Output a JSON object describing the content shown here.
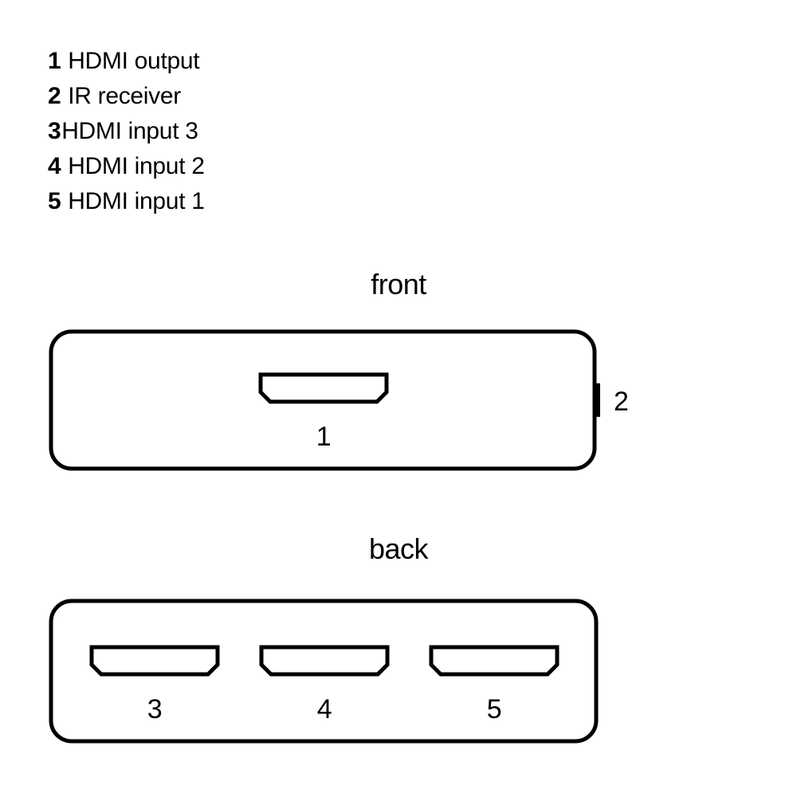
{
  "legend": {
    "items": [
      {
        "num": "1",
        "label": "HDMI output",
        "spacing": "wide"
      },
      {
        "num": "2",
        "label": "IR receiver",
        "spacing": "wide"
      },
      {
        "num": "3",
        "label": "HDMI input 3",
        "spacing": "tight"
      },
      {
        "num": "4",
        "label": "HDMI input 2",
        "spacing": "wide"
      },
      {
        "num": "5",
        "label": "HDMI input 1",
        "spacing": "wide"
      }
    ]
  },
  "views": {
    "front": {
      "title": "front",
      "ports": [
        {
          "id": "hdmi-output",
          "number": "1"
        }
      ],
      "ir_receiver": {
        "number": "2"
      }
    },
    "back": {
      "title": "back",
      "ports": [
        {
          "id": "hdmi-input-3",
          "number": "3"
        },
        {
          "id": "hdmi-input-2",
          "number": "4"
        },
        {
          "id": "hdmi-input-1",
          "number": "5"
        }
      ]
    }
  },
  "colors": {
    "line": "#000000",
    "background": "#ffffff",
    "fill": "#ffffff"
  }
}
